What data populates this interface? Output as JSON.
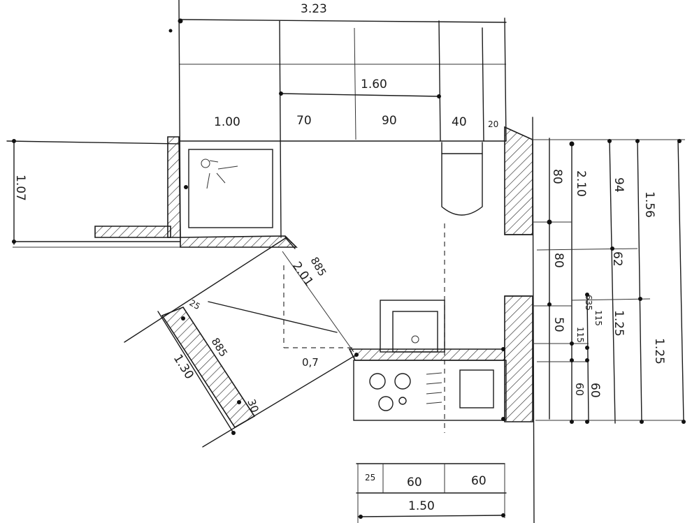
{
  "plan": {
    "dimensions": {
      "top_width": "3.23",
      "span_1_60": "1.60",
      "seg_1_00": "1.00",
      "seg_70": "70",
      "seg_90": "90",
      "seg_40": "40",
      "seg_20": "20",
      "left_1_07": "1.07",
      "diag_885_upper": "885",
      "diag_2_01": "2.01",
      "diag_25": "25",
      "diag_885_lower": "885",
      "diag_1_30": "1.30",
      "diag_30": "30",
      "gap_0_7": "0,7",
      "right_80_top": "80",
      "right_2_10": "2.10",
      "right_94": "94",
      "right_1_56": "1.56",
      "right_80_mid": "80",
      "right_62": "62",
      "right_50": "50",
      "right_635": "635",
      "right_115": "115",
      "right_1_25a": "1.25",
      "right_1_25b": "1.25",
      "right_115b": "115",
      "right_60a": "60",
      "right_60b": "60",
      "bottom_25": "25",
      "bottom_60a": "60",
      "bottom_60b": "60",
      "bottom_1_50": "1.50"
    }
  }
}
